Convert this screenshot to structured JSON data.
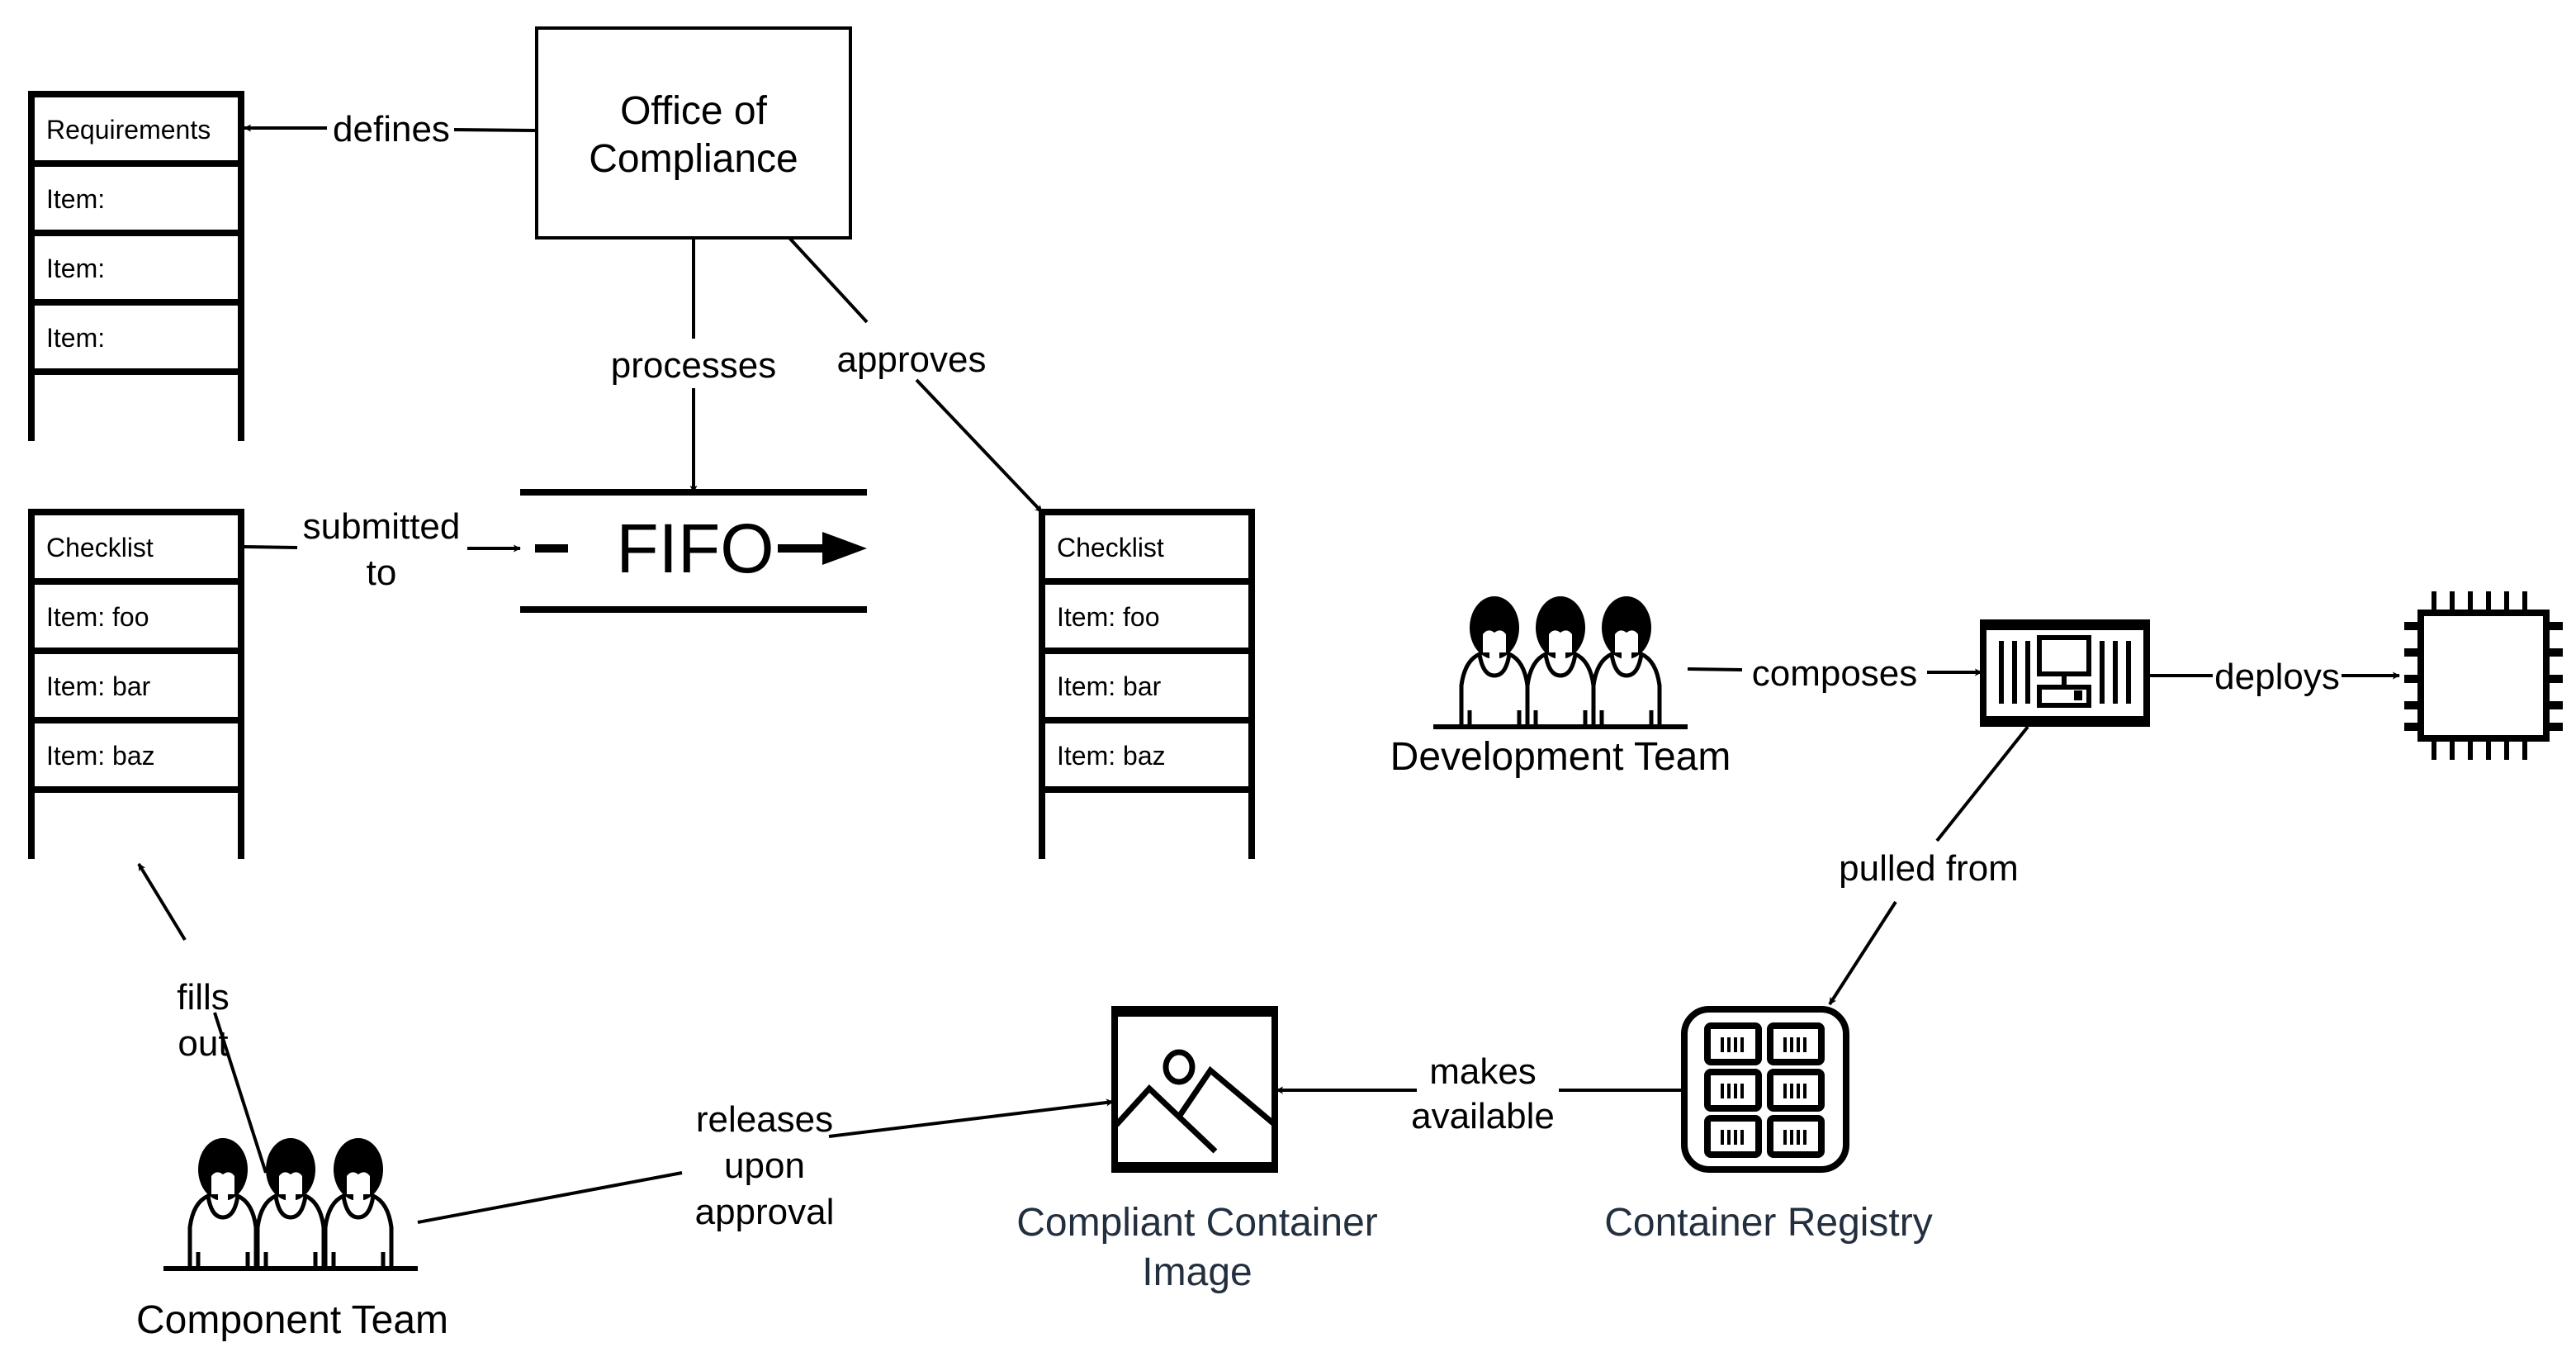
{
  "colors": {
    "stroke": "#000000",
    "background": "#ffffff",
    "aws_label": "#232f3e"
  },
  "nodes": {
    "office": {
      "label_line1": "Office of",
      "label_line2": "Compliance"
    },
    "requirements": {
      "header": "Requirements",
      "items": [
        "Item:",
        "Item:",
        "Item:"
      ]
    },
    "checklist_submitted": {
      "header": "Checklist",
      "items": [
        "Item: foo",
        "Item: bar",
        "Item: baz"
      ]
    },
    "checklist_approved": {
      "header": "Checklist",
      "items": [
        "Item: foo",
        "Item: bar",
        "Item: baz"
      ]
    },
    "fifo": {
      "label": "FIFO"
    },
    "development_team": {
      "label": "Development Team",
      "icon": "users-icon"
    },
    "compose_app": {
      "icon": "container-app-icon"
    },
    "compute_chip": {
      "icon": "chip-icon"
    },
    "container_registry": {
      "label": "Container Registry",
      "icon": "registry-icon"
    },
    "compliant_image": {
      "label_line1": "Compliant Container",
      "label_line2": "Image",
      "icon": "image-icon"
    },
    "component_team": {
      "label": "Component Team",
      "icon": "users-icon"
    }
  },
  "edges": {
    "defines": "defines",
    "processes": "processes",
    "approves": "approves",
    "submitted_to": {
      "line1": "submitted",
      "line2": "to"
    },
    "composes": "composes",
    "deploys": "deploys",
    "pulled_from": "pulled from",
    "makes_available": {
      "line1": "makes",
      "line2": "available"
    },
    "fills_out": {
      "line1": "fills",
      "line2": "out"
    },
    "releases": {
      "line1": "releases",
      "line2": "upon",
      "line3": "approval"
    }
  }
}
